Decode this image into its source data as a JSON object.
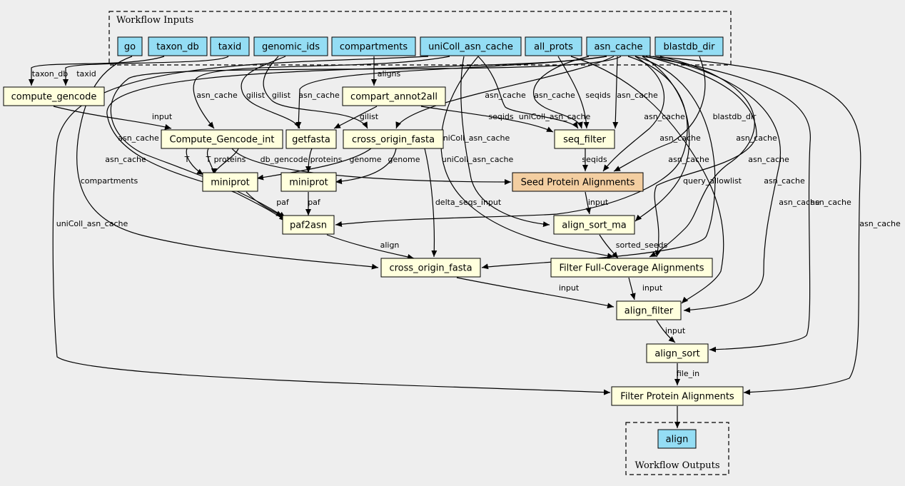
{
  "colors": {
    "input": "#94ddf4",
    "step": "#ffffdd",
    "highlight": "#f3cea1",
    "output": "#94ddf4"
  },
  "clusters": [
    {
      "id": "inputs",
      "label": "Workflow Inputs"
    },
    {
      "id": "outputs",
      "label": "Workflow Outputs"
    }
  ],
  "nodes": [
    {
      "id": "go",
      "label": "go",
      "kind": "input"
    },
    {
      "id": "taxon_db",
      "label": "taxon_db",
      "kind": "input"
    },
    {
      "id": "taxid",
      "label": "taxid",
      "kind": "input"
    },
    {
      "id": "genomic_ids",
      "label": "genomic_ids",
      "kind": "input"
    },
    {
      "id": "compartments",
      "label": "compartments",
      "kind": "input"
    },
    {
      "id": "uniColl_asn_cache",
      "label": "uniColl_asn_cache",
      "kind": "input"
    },
    {
      "id": "all_prots",
      "label": "all_prots",
      "kind": "input"
    },
    {
      "id": "asn_cache",
      "label": "asn_cache",
      "kind": "input"
    },
    {
      "id": "blastdb_dir",
      "label": "blastdb_dir",
      "kind": "input"
    },
    {
      "id": "compute_gencode",
      "label": "compute_gencode",
      "kind": "step"
    },
    {
      "id": "compart_annot2all",
      "label": "compart_annot2all",
      "kind": "step"
    },
    {
      "id": "Compute_Gencode_int",
      "label": "Compute_Gencode_int",
      "kind": "step"
    },
    {
      "id": "getfasta",
      "label": "getfasta",
      "kind": "step"
    },
    {
      "id": "cross_origin_fasta_1",
      "label": "cross_origin_fasta",
      "kind": "step"
    },
    {
      "id": "seq_filter",
      "label": "seq_filter",
      "kind": "step"
    },
    {
      "id": "miniprot_1",
      "label": "miniprot",
      "kind": "step"
    },
    {
      "id": "miniprot_2",
      "label": "miniprot",
      "kind": "step"
    },
    {
      "id": "seed",
      "label": "Seed Protein Alignments",
      "kind": "highlight"
    },
    {
      "id": "paf2asn",
      "label": "paf2asn",
      "kind": "step"
    },
    {
      "id": "align_sort_ma",
      "label": "align_sort_ma",
      "kind": "step"
    },
    {
      "id": "cross_origin_fasta_2",
      "label": "cross_origin_fasta",
      "kind": "step"
    },
    {
      "id": "filter_full",
      "label": "Filter Full-Coverage Alignments",
      "kind": "step"
    },
    {
      "id": "align_filter",
      "label": "align_filter",
      "kind": "step"
    },
    {
      "id": "align_sort",
      "label": "align_sort",
      "kind": "step"
    },
    {
      "id": "filter_protein",
      "label": "Filter Protein Alignments",
      "kind": "step"
    },
    {
      "id": "align",
      "label": "align",
      "kind": "output"
    }
  ],
  "edges": [
    {
      "label": "taxon_db"
    },
    {
      "label": "taxid"
    },
    {
      "label": "aligns"
    },
    {
      "label": "asn_cache"
    },
    {
      "label": "gilist"
    },
    {
      "label": "gilist"
    },
    {
      "label": "asn_cache"
    },
    {
      "label": "asn_cache"
    },
    {
      "label": "asn_cache"
    },
    {
      "label": "seqids"
    },
    {
      "label": "asn_cache"
    },
    {
      "label": "input"
    },
    {
      "label": "gilist"
    },
    {
      "label": "seqids"
    },
    {
      "label": "uniColl_asn_cache"
    },
    {
      "label": "asn_cache"
    },
    {
      "label": "blastdb_dir"
    },
    {
      "label": "asn_cache"
    },
    {
      "label": "asn_cache"
    },
    {
      "label": "asn_cache"
    },
    {
      "label": "asn_cache"
    },
    {
      "label": "T"
    },
    {
      "label": "T"
    },
    {
      "label": "proteins"
    },
    {
      "label": "db_gencode"
    },
    {
      "label": "proteins"
    },
    {
      "label": "genome"
    },
    {
      "label": "genome"
    },
    {
      "label": "seqids"
    },
    {
      "label": "asn_cache"
    },
    {
      "label": "asn_cache"
    },
    {
      "label": "compartments"
    },
    {
      "label": "uniColl_asn_cache"
    },
    {
      "label": "query_allowlist"
    },
    {
      "label": "asn_cache"
    },
    {
      "label": "paf"
    },
    {
      "label": "paf"
    },
    {
      "label": "delta_seqs_input"
    },
    {
      "label": "input"
    },
    {
      "label": "asn_cache"
    },
    {
      "label": "uniColl_asn_cache"
    },
    {
      "label": "asn_cache"
    },
    {
      "label": "align"
    },
    {
      "label": "sorted_seeds"
    },
    {
      "label": "input"
    },
    {
      "label": "input"
    },
    {
      "label": "uniColl_asn_cache"
    },
    {
      "label": "input"
    },
    {
      "label": "file_in"
    },
    {
      "label": "asn_cache"
    },
    {
      "label": ""
    }
  ]
}
